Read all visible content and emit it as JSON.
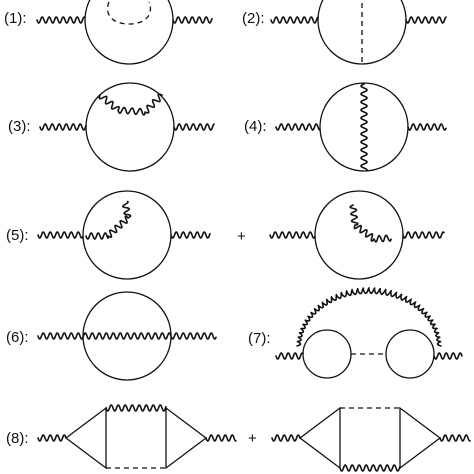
{
  "diagrams": [
    {
      "label": "(1):"
    },
    {
      "label": "(2):"
    },
    {
      "label": "(3):"
    },
    {
      "label": "(4):"
    },
    {
      "label": "(5):",
      "plus": "+"
    },
    {
      "label": "(6):"
    },
    {
      "label": "(7):"
    },
    {
      "label": "(8):",
      "plus": "+"
    }
  ]
}
